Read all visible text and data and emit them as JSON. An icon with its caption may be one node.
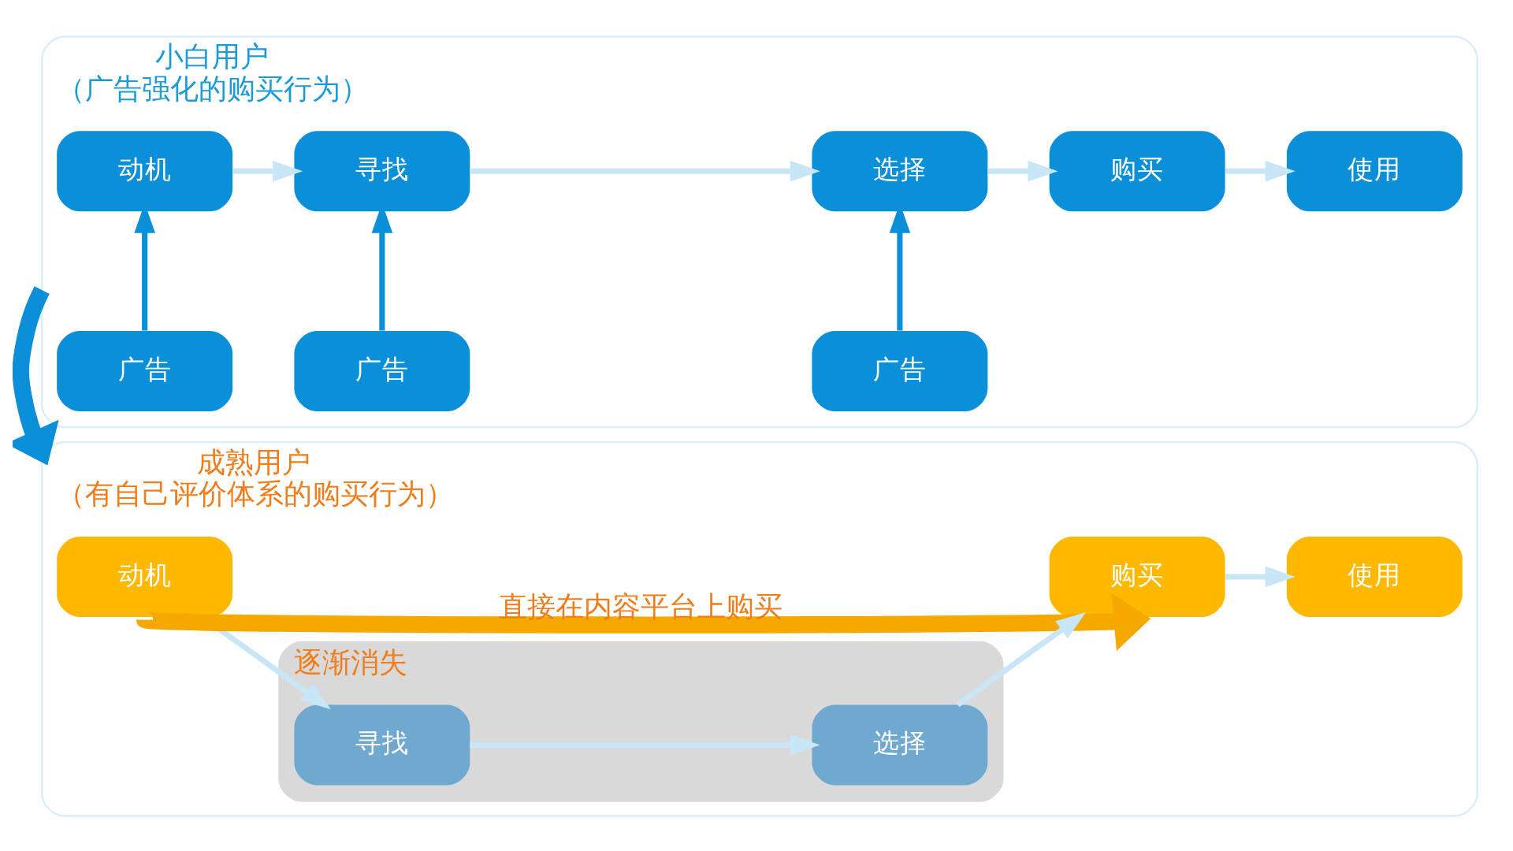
{
  "diagram": {
    "nodes": [
      {
        "text": [
          "小白用户",
          "（广告强化的购买行为）"
        ]
      },
      {
        "text": [
          "动机"
        ],
        "in": 0
      },
      {
        "text": [
          "寻找"
        ],
        "in": 0
      },
      {
        "text": [
          "选择"
        ],
        "in": 0
      },
      {
        "text": [
          "购买"
        ],
        "in": 0
      },
      {
        "text": [
          "使用"
        ],
        "in": 0
      },
      {
        "text": [
          "广告"
        ],
        "in": 0
      },
      {
        "text": [
          "广告"
        ],
        "in": 0
      },
      {
        "text": [
          "广告"
        ],
        "in": 0
      },
      {
        "text": [
          "成熟用户",
          "（有自己评价体系的购买行为）"
        ]
      },
      {
        "text": [
          "动机"
        ],
        "in": 9
      },
      {
        "text": [
          "逐渐消失"
        ],
        "in": 9
      },
      {
        "text": [
          "寻找"
        ],
        "in": 11
      },
      {
        "text": [
          "选择"
        ],
        "in": 11
      },
      {
        "text": [
          "购买"
        ],
        "in": 9
      },
      {
        "text": [
          "使用"
        ],
        "in": 9
      }
    ],
    "edges": [
      {
        "from": 1,
        "to": 2,
        "arrow": "to"
      },
      {
        "from": 2,
        "to": 3,
        "arrow": "to"
      },
      {
        "from": 3,
        "to": 4,
        "arrow": "to"
      },
      {
        "from": 4,
        "to": 5,
        "arrow": "to"
      },
      {
        "from": 6,
        "to": 1,
        "arrow": "to",
        "color": "#0a8fd8"
      },
      {
        "from": 7,
        "to": 2,
        "arrow": "to",
        "color": "#0a8fd8"
      },
      {
        "from": 8,
        "to": 3,
        "arrow": "to",
        "color": "#0a8fd8"
      },
      {
        "from": 0,
        "to": 9,
        "arrow": "to",
        "style": "thick",
        "color": "#0a8fd8"
      },
      {
        "from": 10,
        "to": 12,
        "arrow": "to"
      },
      {
        "from": 12,
        "to": 13,
        "arrow": "to"
      },
      {
        "from": 13,
        "to": 14,
        "arrow": "to"
      },
      {
        "from": 14,
        "to": 15,
        "arrow": "to"
      },
      {
        "from": 10,
        "to": 14,
        "arrow": "to",
        "label": "直接在内容平台上购买",
        "style": "thick",
        "color": "#f5a800"
      }
    ]
  }
}
